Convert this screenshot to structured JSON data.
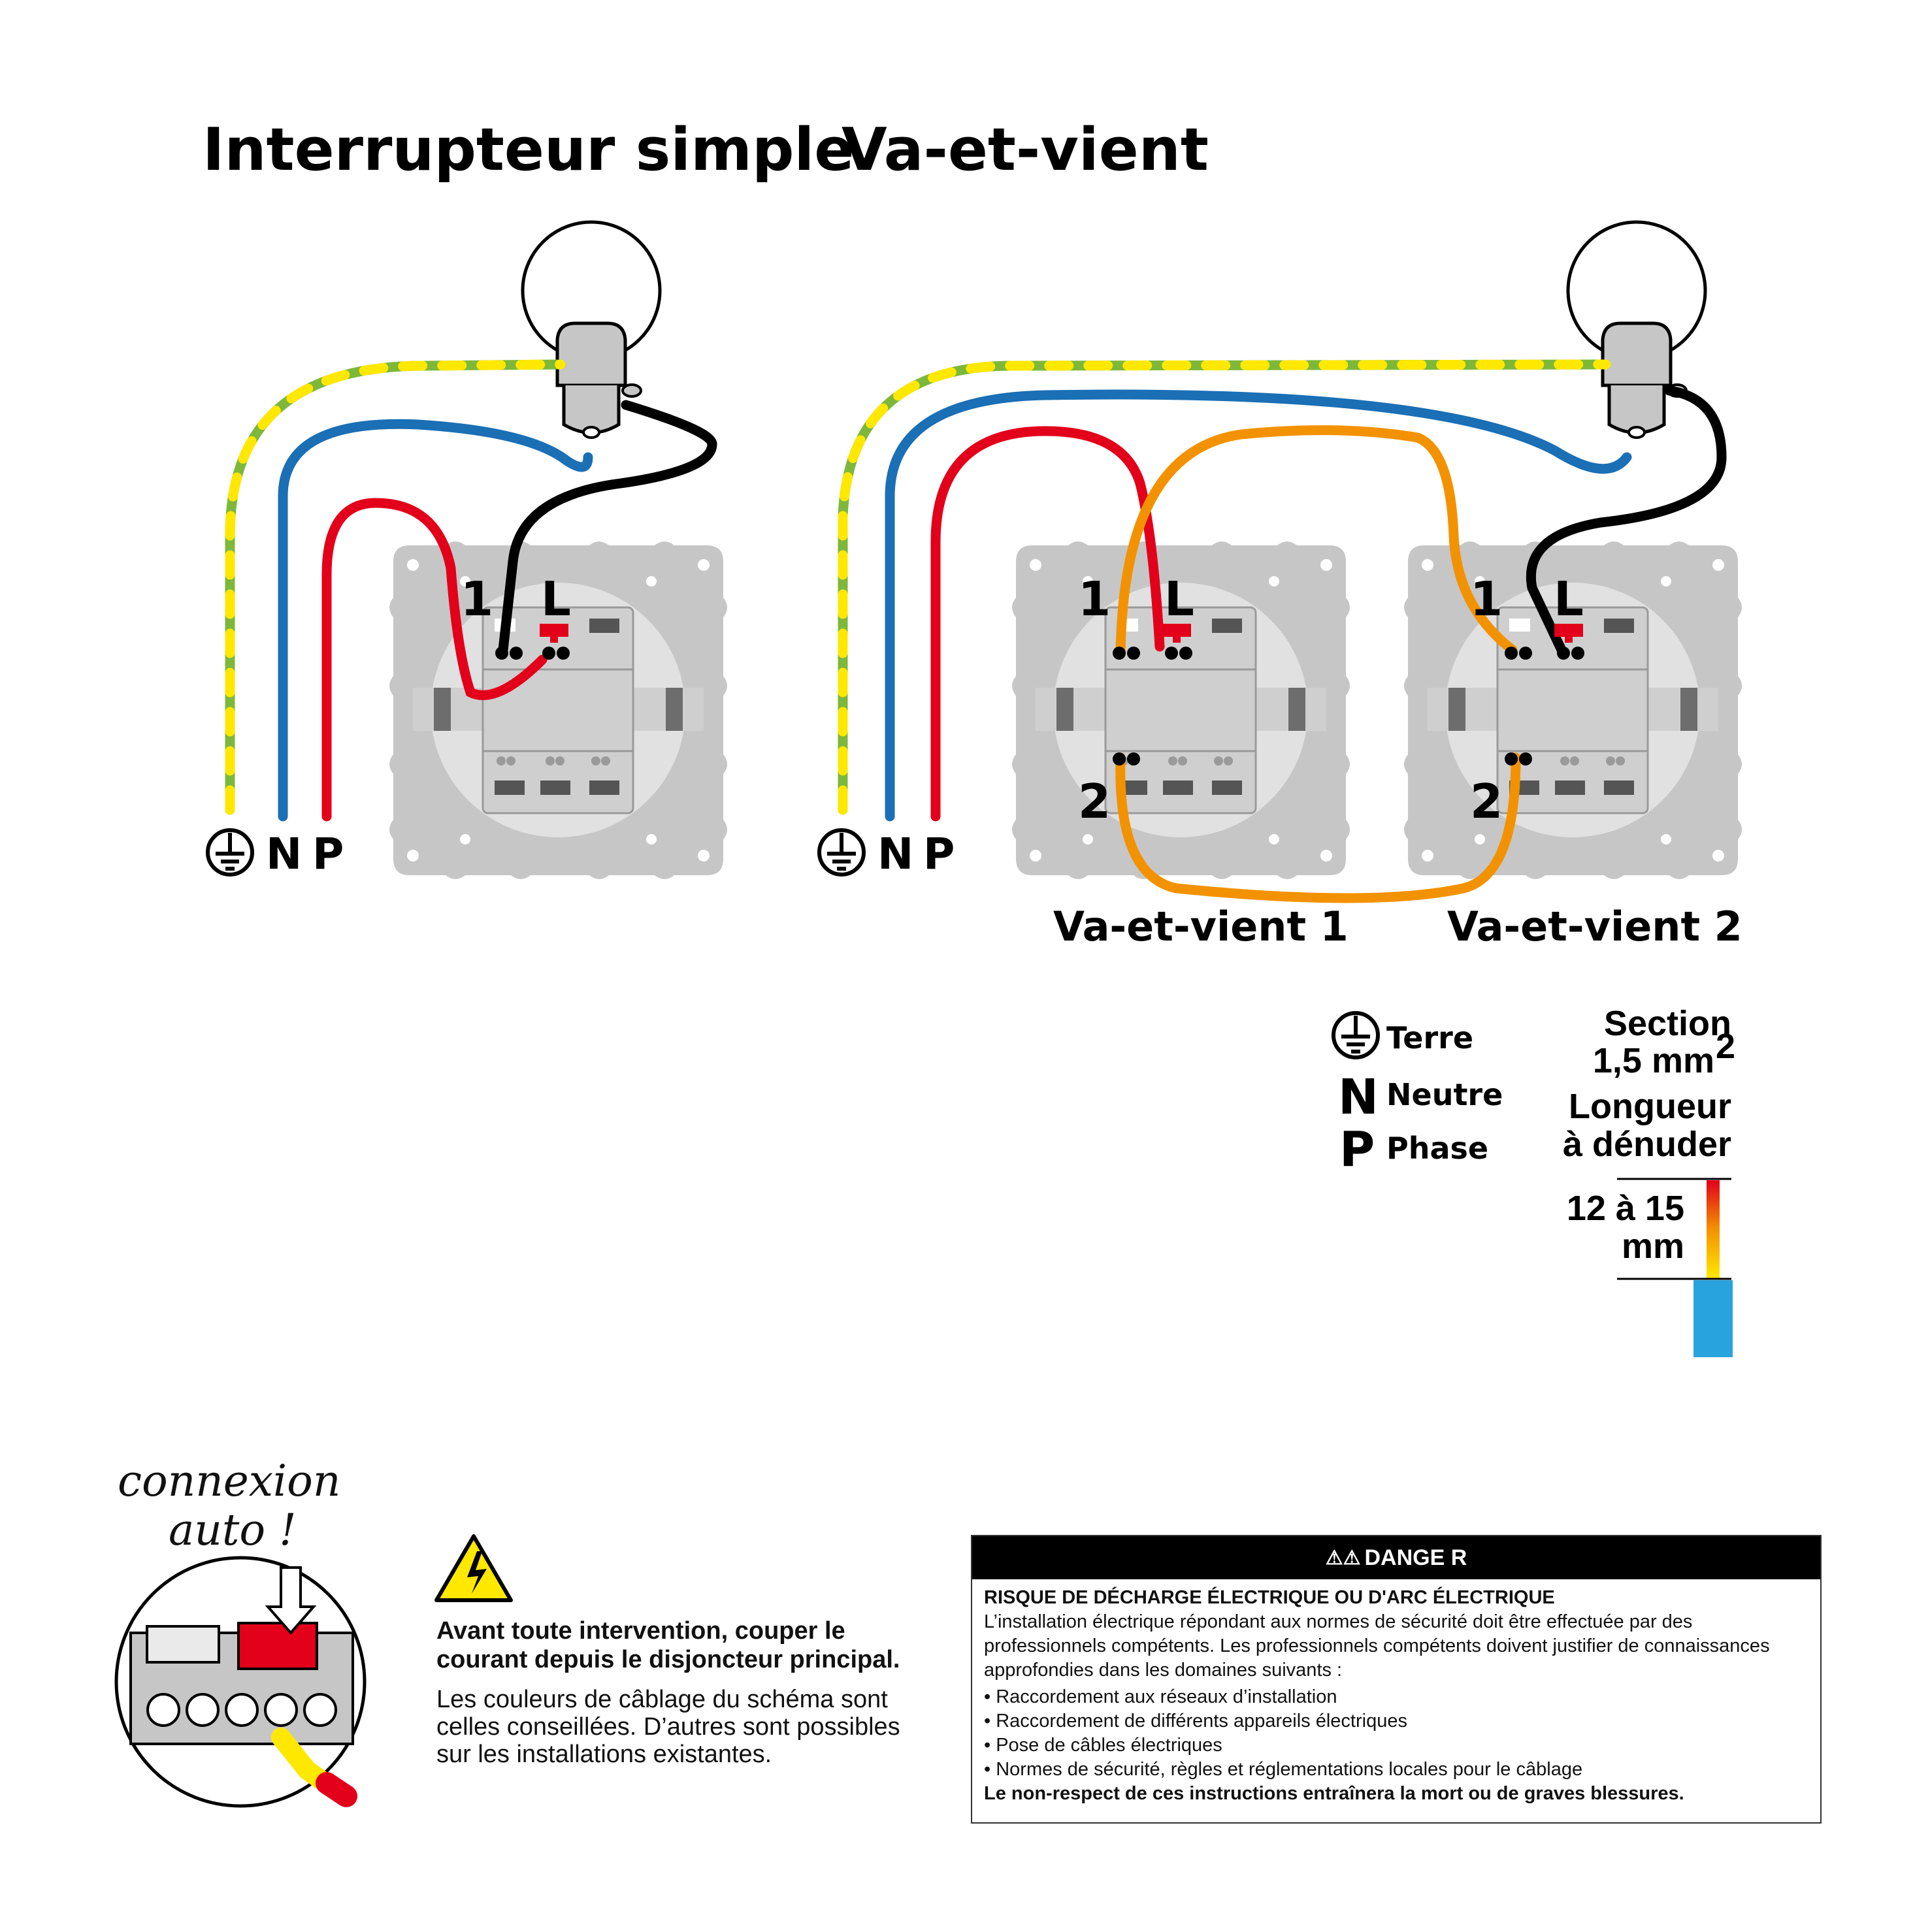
{
  "titles": {
    "simple": "Interrupteur simple",
    "va_et_vient": "Va-et-vient"
  },
  "switch_labels": {
    "terminal_1": "1",
    "terminal_L": "L",
    "terminal_2": "2"
  },
  "supply_labels": {
    "neutral": "N",
    "phase": "P"
  },
  "captions": {
    "switch_1": "Va-et-vient 1",
    "switch_2": "Va-et-vient 2"
  },
  "legend": {
    "earth": "Terre",
    "neutral_letter": "N",
    "neutral": "Neutre",
    "phase_letter": "P",
    "phase": "Phase"
  },
  "cable_spec": {
    "section_label": "Section",
    "section_value": "1,5 mm",
    "section_exp": "2",
    "strip_label_1": "Longueur",
    "strip_label_2": "à dénuder",
    "strip_value": "12 à 15",
    "strip_unit": "mm"
  },
  "auto_connect": {
    "line1": "connexion",
    "line2": "auto !"
  },
  "warning": {
    "bold": "Avant toute intervention, couper le courant depuis le disjoncteur principal.",
    "text": "Les couleurs de câblage du schéma sont celles conseillées. D’autres sont possibles sur les installations existantes."
  },
  "danger": {
    "header": "DANGE R",
    "heading": "RISQUE DE DÉCHARGE ÉLECTRIQUE OU D'ARC ÉLECTRIQUE",
    "intro": "L’installation électrique répondant aux normes de sécurité doit être effectuée par des professionnels compétents. Les professionnels compétents doivent justifier de connaissances approfondies dans les domaines suivants :",
    "items": [
      "• Raccordement aux réseaux d’installation",
      "• Raccordement de différents appareils électriques",
      "• Pose de câbles électriques",
      "• Normes de sécurité, règles et réglementations locales pour le câblage"
    ],
    "footer": "Le non-respect de ces instructions entraînera la mort ou de graves blessures."
  },
  "colors": {
    "earth_green": "#7db83a",
    "earth_yellow": "#ffe800",
    "neutral": "#1a6fb5",
    "phase": "#e2001a",
    "return": "#000000",
    "traveller": "#f39200",
    "plate": "#c6c6c6",
    "strip_gradient": [
      "#e2001a",
      "#f39200",
      "#ffe800"
    ],
    "insulation": "#29a3dd"
  }
}
